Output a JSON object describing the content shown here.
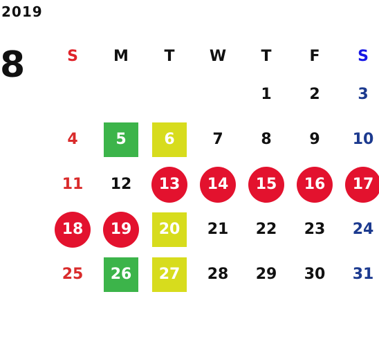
{
  "year": "2019",
  "month": "8",
  "colors": {
    "sunday": "#d92b2b",
    "saturday": "#1c3a8f",
    "holiday_circle": "#e3122e",
    "green_square": "#3cb44a",
    "yellow_square": "#d7dc1d"
  },
  "weekdays": [
    "S",
    "M",
    "T",
    "W",
    "T",
    "F",
    "S"
  ],
  "weeks": [
    [
      {
        "d": "",
        "m": "none"
      },
      {
        "d": "",
        "m": "none"
      },
      {
        "d": "",
        "m": "none"
      },
      {
        "d": "",
        "m": "none"
      },
      {
        "d": "1",
        "m": "none"
      },
      {
        "d": "2",
        "m": "none"
      },
      {
        "d": "3",
        "m": "none"
      }
    ],
    [
      {
        "d": "4",
        "m": "none"
      },
      {
        "d": "5",
        "m": "green"
      },
      {
        "d": "6",
        "m": "yellow"
      },
      {
        "d": "7",
        "m": "none"
      },
      {
        "d": "8",
        "m": "none"
      },
      {
        "d": "9",
        "m": "none"
      },
      {
        "d": "10",
        "m": "none"
      }
    ],
    [
      {
        "d": "11",
        "m": "none"
      },
      {
        "d": "12",
        "m": "none"
      },
      {
        "d": "13",
        "m": "holiday"
      },
      {
        "d": "14",
        "m": "holiday"
      },
      {
        "d": "15",
        "m": "holiday"
      },
      {
        "d": "16",
        "m": "holiday"
      },
      {
        "d": "17",
        "m": "holiday"
      }
    ],
    [
      {
        "d": "18",
        "m": "holiday"
      },
      {
        "d": "19",
        "m": "holiday"
      },
      {
        "d": "20",
        "m": "yellow"
      },
      {
        "d": "21",
        "m": "none"
      },
      {
        "d": "22",
        "m": "none"
      },
      {
        "d": "23",
        "m": "none"
      },
      {
        "d": "24",
        "m": "none"
      }
    ],
    [
      {
        "d": "25",
        "m": "none"
      },
      {
        "d": "26",
        "m": "green"
      },
      {
        "d": "27",
        "m": "yellow"
      },
      {
        "d": "28",
        "m": "none"
      },
      {
        "d": "29",
        "m": "none"
      },
      {
        "d": "30",
        "m": "none"
      },
      {
        "d": "31",
        "m": "none"
      }
    ]
  ]
}
